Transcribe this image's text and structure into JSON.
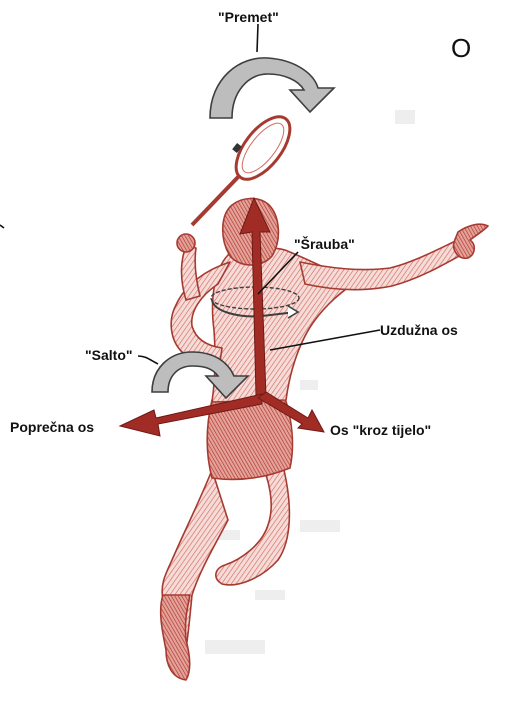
{
  "diagram": {
    "labels": {
      "premet": "\"Premet\"",
      "srauba": "\"Šrauba\"",
      "uzduzna_os": "Uzdužna os",
      "salto": "\"Salto\"",
      "poprecna_os": "Poprečna os",
      "os_kroz_tijelo": "Os \"kroz tijelo\"",
      "corner_letter": "O"
    },
    "colors": {
      "figure": "#c0473e",
      "figure_light": "#e9a39c",
      "axis_arrow": "#9e2a23",
      "rotation_arrow": "#b9b9b9",
      "rotation_outline": "#4a4a4a",
      "leader_line": "#111111"
    }
  }
}
